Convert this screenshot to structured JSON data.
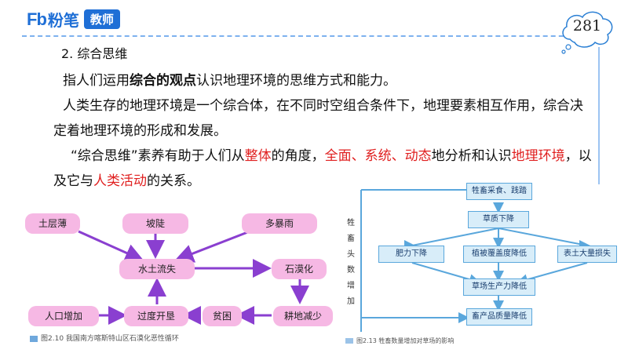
{
  "header": {
    "logo_mark": "Fb",
    "logo_text": "粉笔",
    "logo_badge": "教师",
    "page_number": "281"
  },
  "content": {
    "section_title": "2.  综合思维",
    "p1": {
      "pre": "指人们运用",
      "bold": "综合的观点",
      "post": "认识地理环境的思维方式和能力。"
    },
    "p2": "人类生存的地理环境是一个综合体，在不同时空组合条件下，地理要素相互作用，综合决定着地理环境的形成和发展。",
    "p3": {
      "s1": "“综合思维”素养有助于人们从",
      "r1": "整体",
      "s2": "的角度，",
      "r2": "全面、系统、动态",
      "s3": "地分析和认识",
      "r3": "地理环境",
      "s4": "，以及它与",
      "r4": "人类活动",
      "s5": "的关系。"
    }
  },
  "left_figure": {
    "nodes": {
      "soil_thin": "土层薄",
      "slope": "坡陡",
      "rainstorm": "多暴雨",
      "erosion": "水土流失",
      "rocky": "石漠化",
      "population": "人口增加",
      "overcultivation": "过度开垦",
      "poverty": "贫困",
      "farmland_loss": "耕地减少"
    },
    "caption_num": "图2.10",
    "caption": "我国南方喀斯特山区石漠化恶性循环"
  },
  "right_figure": {
    "vertical_label": [
      "牲",
      "畜",
      "头",
      "数",
      "增",
      "加"
    ],
    "nodes": {
      "grazing": "牲畜采食、践踏",
      "quality_down": "草质下降",
      "fertility_down": "肥力下降",
      "cover_down": "植被覆盖度降低",
      "topsoil_loss": "表土大量损失",
      "productivity_down": "草场生产力降低",
      "product_quality_down": "畜产品质量降低"
    },
    "caption_num": "图2.13",
    "caption": "牲畜数量增加对草场的影响"
  },
  "colors": {
    "accent_blue": "#1f6fd6",
    "highlight_red": "#e02020",
    "left_node_fill": "#f6b8e4",
    "left_arrow": "#8a3fd0",
    "right_node_fill": "#d8edf9",
    "right_arrow": "#5aa7dc"
  }
}
